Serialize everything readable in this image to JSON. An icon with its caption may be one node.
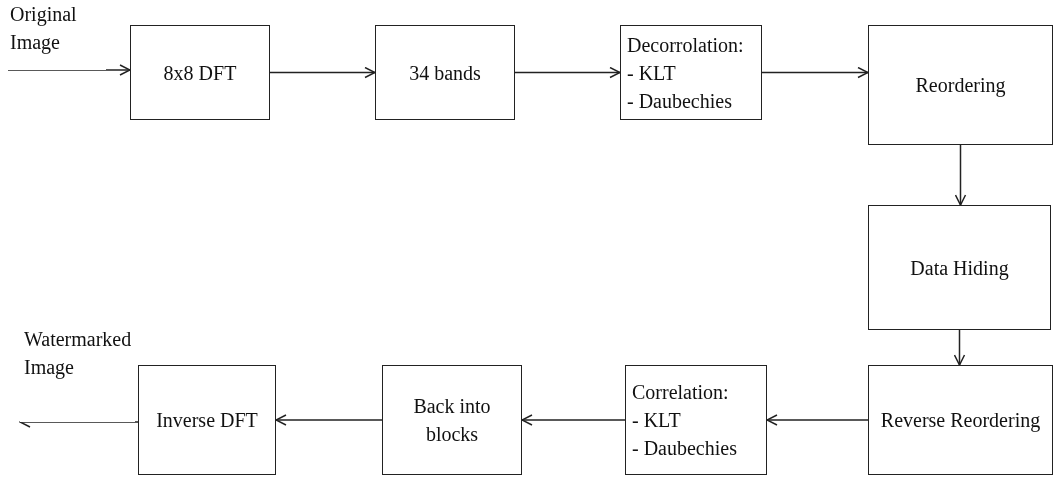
{
  "diagram": {
    "nodes": [
      {
        "text": [
          "Original Image"
        ]
      },
      {
        "text": [
          "8x8 DFT"
        ]
      },
      {
        "text": [
          "34 bands"
        ]
      },
      {
        "text": [
          "Decorrolation:",
          "- KLT",
          "- Daubechies"
        ]
      },
      {
        "text": [
          "Reordering"
        ]
      },
      {
        "text": [
          "Data Hiding"
        ]
      },
      {
        "text": [
          "Reverse Reordering"
        ]
      },
      {
        "text": [
          "Correlation:",
          "- KLT",
          "- Daubechies"
        ]
      },
      {
        "text": [
          "Back into blocks"
        ]
      },
      {
        "text": [
          "Inverse DFT"
        ]
      },
      {
        "text": [
          "Watermarked Image"
        ]
      }
    ],
    "edges": [
      {
        "from": 0,
        "to": 1,
        "arrow": "to"
      },
      {
        "from": 1,
        "to": 2,
        "arrow": "to"
      },
      {
        "from": 2,
        "to": 3,
        "arrow": "to"
      },
      {
        "from": 3,
        "to": 4,
        "arrow": "to"
      },
      {
        "from": 4,
        "to": 5,
        "arrow": "to"
      },
      {
        "from": 5,
        "to": 6,
        "arrow": "to"
      },
      {
        "from": 6,
        "to": 7,
        "arrow": "to"
      },
      {
        "from": 7,
        "to": 8,
        "arrow": "to"
      },
      {
        "from": 8,
        "to": 9,
        "arrow": "to"
      },
      {
        "from": 9,
        "to": 10,
        "arrow": "to"
      }
    ]
  }
}
